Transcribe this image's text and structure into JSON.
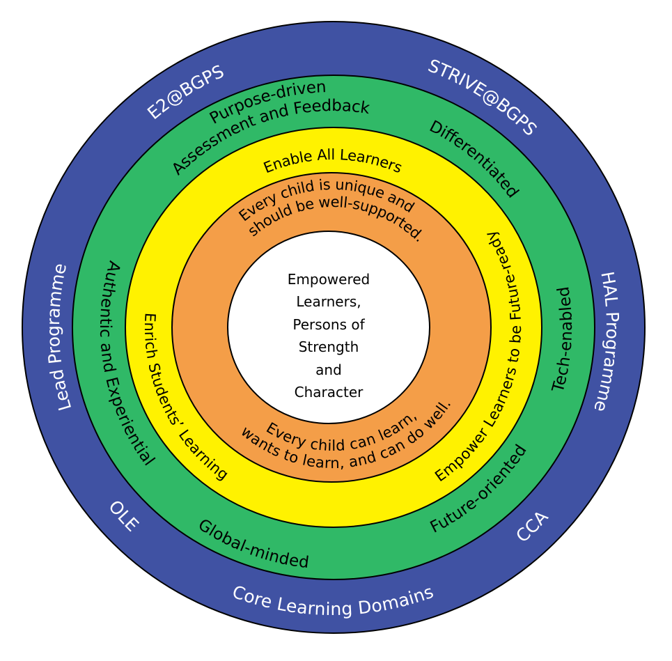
{
  "title": "Empowered Learners, Persons of Strength and Character",
  "colors": {
    "outer_ring": "#4052A3",
    "second_ring": "#30B967",
    "third_ring": "#FFF200",
    "fourth_ring": "#F49E48",
    "core": "#FFFFFF",
    "outline": "#000000"
  },
  "core": {
    "lines": [
      "Empowered",
      "Learners,",
      "Persons of",
      "Strength",
      "and",
      "Character"
    ]
  },
  "orange_ring": {
    "beliefs": [
      {
        "lines": [
          "Every child is unique and",
          "should be well-supported."
        ]
      },
      {
        "lines": [
          "Every child can learn,",
          "wants to learn, and can do well."
        ]
      }
    ]
  },
  "yellow_ring": {
    "labels": [
      "Enable All Learners",
      "Empower Learners to be Future-ready",
      "Enrich Students’ Learning"
    ]
  },
  "green_ring": {
    "labels": [
      {
        "lines": [
          "Purpose-driven",
          "Assessment and Feedback"
        ]
      },
      {
        "lines": [
          "Differentiated"
        ]
      },
      {
        "lines": [
          "Tech-enabled"
        ]
      },
      {
        "lines": [
          "Future-oriented"
        ]
      },
      {
        "lines": [
          "Global-minded"
        ]
      },
      {
        "lines": [
          "Authentic and Experiential"
        ]
      }
    ]
  },
  "blue_ring": {
    "labels": [
      "E2@BGPS",
      "STRIVE@BGPS",
      "HAL Programme",
      "CCA",
      "Core Learning Domains",
      "OLE",
      "Lead Programme"
    ]
  }
}
